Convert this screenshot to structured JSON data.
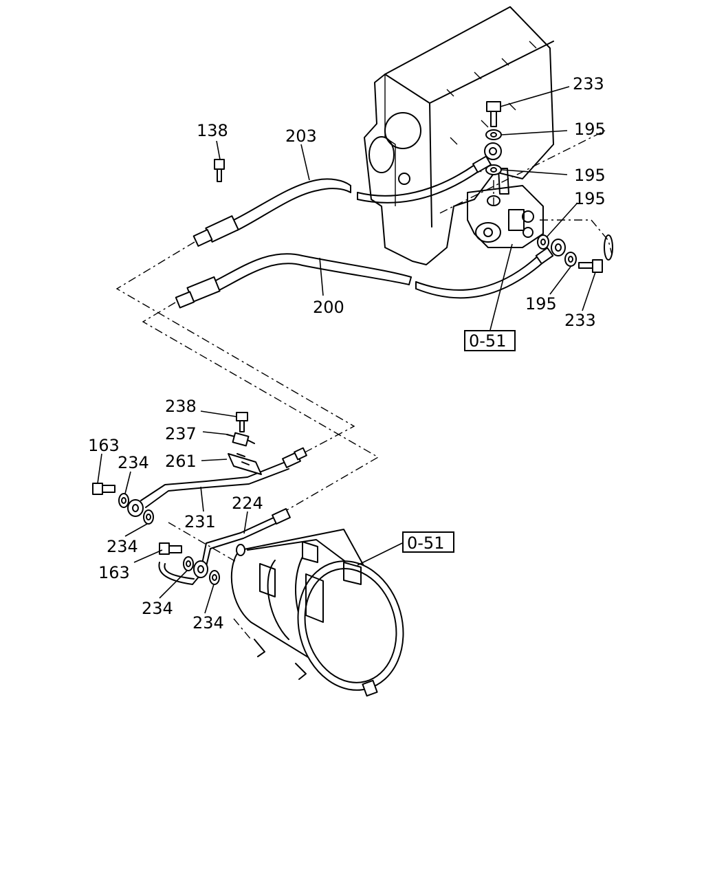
{
  "labels": {
    "l233a": "233",
    "l195a": "195",
    "l195b": "195",
    "l195c": "195",
    "l138": "138",
    "l203": "203",
    "l200": "200",
    "l195d": "195",
    "l233b": "233",
    "ref1": "0-51",
    "l238": "238",
    "l237": "237",
    "l261": "261",
    "l163a": "163",
    "l234a": "234",
    "l231": "231",
    "l224": "224",
    "l234b": "234",
    "l163b": "163",
    "ref2": "0-51",
    "l234c": "234",
    "l234d": "234"
  }
}
